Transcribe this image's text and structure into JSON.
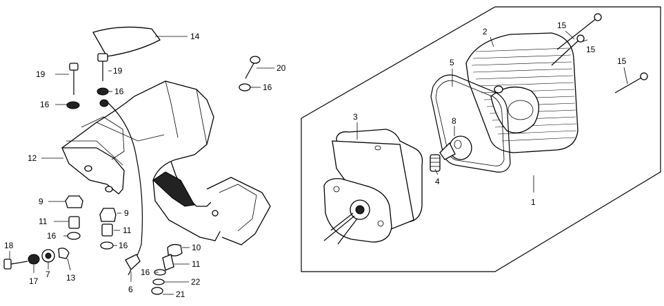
{
  "diagram": {
    "callouts": [
      "1",
      "2",
      "3",
      "4",
      "5",
      "6",
      "7",
      "8",
      "9",
      "9",
      "10",
      "11",
      "11",
      "11",
      "12",
      "13",
      "14",
      "15",
      "15",
      "15",
      "16",
      "16",
      "16",
      "16",
      "16",
      "16",
      "17",
      "18",
      "19",
      "19",
      "20",
      "21",
      "22"
    ],
    "colors": {
      "ink": "#000000",
      "paper": "#ffffff"
    }
  }
}
